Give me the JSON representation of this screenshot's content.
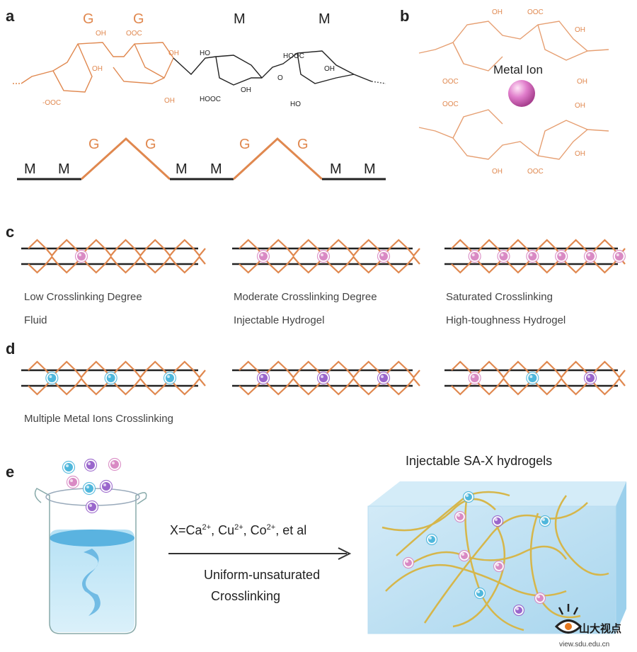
{
  "panels": {
    "a": {
      "label": "a",
      "g_labels": [
        "G",
        "G"
      ],
      "m_labels": [
        "M",
        "M"
      ],
      "chain_labels": [
        "M",
        "M",
        "G",
        "G",
        "M",
        "M",
        "G",
        "G",
        "M",
        "M"
      ]
    },
    "b": {
      "label": "b",
      "ion": "Metal Ion"
    },
    "c": {
      "label": "c",
      "captions": [
        [
          "Low Crosslinking Degree",
          "Fluid"
        ],
        [
          "Moderate Crosslinking Degree",
          "Injectable Hydrogel"
        ],
        [
          "Saturated Crosslinking",
          "High-toughness Hydrogel"
        ]
      ]
    },
    "d": {
      "label": "d",
      "caption": "Multiple Metal Ions Crosslinking"
    },
    "e": {
      "label": "e",
      "title": "Injectable SA-X hydrogels",
      "ions_prefix": "X=Ca",
      "ions_rest": [
        "2+",
        ", Cu",
        "2+",
        ", Co",
        "2+",
        ", et al"
      ],
      "process": [
        "Uniform-unsaturated",
        "Crosslinking"
      ]
    }
  },
  "chem_text": {
    "oh": "OH",
    "ooc": "OOC",
    "cooh_left": "-OOC",
    "cooh": "HOOC",
    "ho": "HO",
    "o": "O"
  },
  "colors": {
    "guluronate": "#e0884f",
    "mannuronate": "#222222",
    "ion_pink": "#d98ac4",
    "ion_cyan": "#4fb7dc",
    "ion_purple": "#9a66cc",
    "water": "#7cc5ea",
    "fiber": "#d6b64a"
  },
  "watermark": {
    "brand": "山大视点",
    "url": "view.sdu.edu.cn"
  }
}
